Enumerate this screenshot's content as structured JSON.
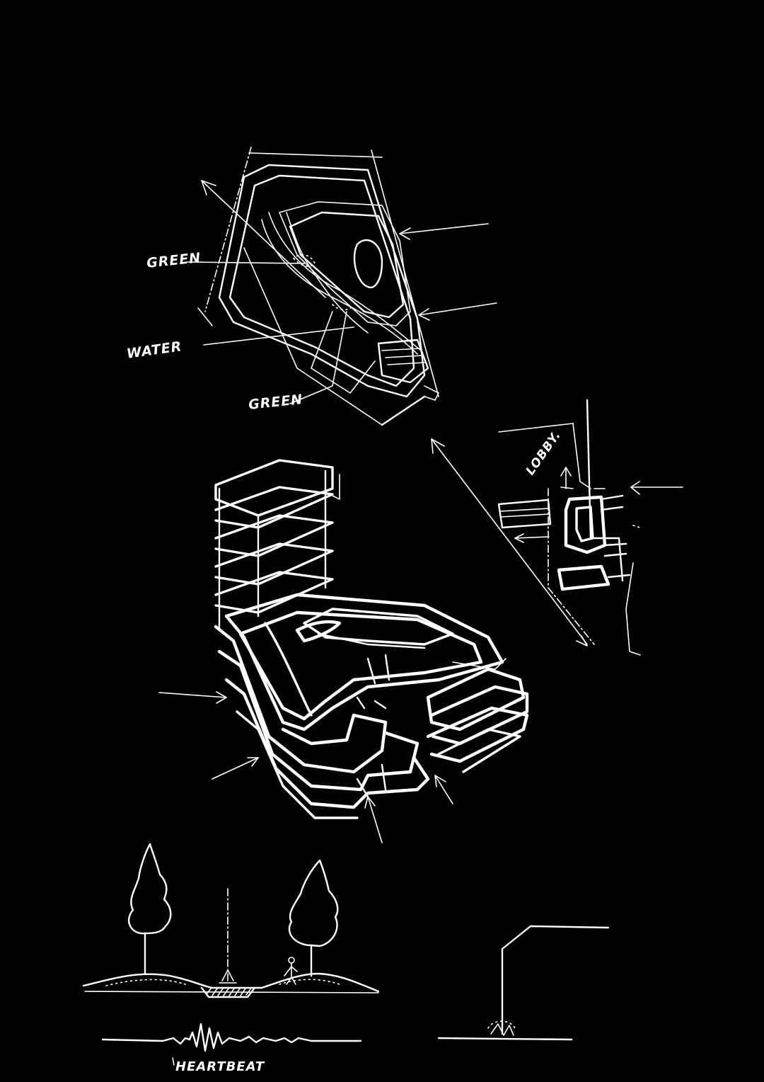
{
  "labels": {
    "green_top": "GREEN",
    "water": "WATER",
    "green_bottom": "GREEN",
    "lobby": "LOBBY.",
    "heartbeat": "HEARTBEAT"
  },
  "colors": {
    "background": "#000000",
    "ink": "#ffffff"
  }
}
